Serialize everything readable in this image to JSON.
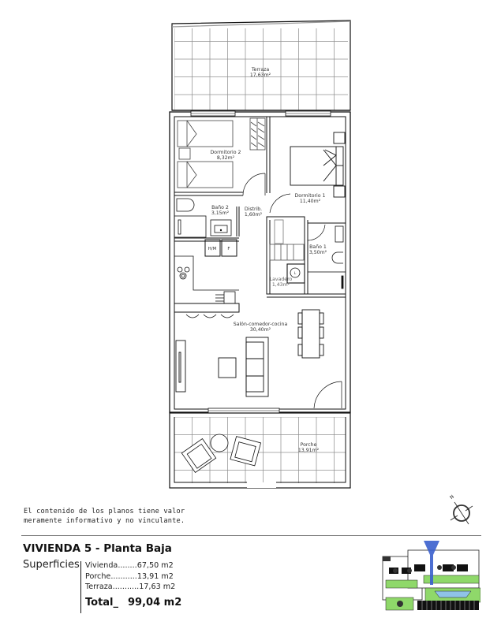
{
  "plan": {
    "rooms": [
      {
        "name": "Terraza",
        "area": "17,63m²"
      },
      {
        "name": "Dormitorio 2",
        "area": "8,32m²"
      },
      {
        "name": "Dormitorio 1",
        "area": "11,40m²"
      },
      {
        "name": "Baño 2",
        "area": "3,15m²"
      },
      {
        "name": "Distrib.",
        "area": "1,60m²"
      },
      {
        "name": "Baño 1",
        "area": "3,50m²"
      },
      {
        "name": "Lavadero",
        "area": "1,43m²"
      },
      {
        "name": "Salón-comedor-cocina",
        "area": "30,40m²"
      },
      {
        "name": "Porche",
        "area": "13,91m²"
      }
    ],
    "appliances": {
      "washer_dryer": "H/M",
      "fridge": "F",
      "washing_machine": "L"
    },
    "compass_label": "N"
  },
  "disclaimer": {
    "line1": "El contenido de los planos tiene valor",
    "line2": "meramente informativo y no vinculante."
  },
  "header": {
    "title": "VIVIENDA 5 - Planta Baja"
  },
  "surfaces": {
    "label": "Superficies",
    "rows": [
      {
        "name": "Vivienda",
        "dots": " ........",
        "value": "67,50 m2"
      },
      {
        "name": "Porche",
        "dots": " ...........",
        "value": "13,91 m2"
      },
      {
        "name": "Terraza",
        "dots": " ...........",
        "value": "17,63 m2"
      }
    ],
    "total_label": "Total_",
    "total_value": "99,04 m2"
  },
  "colors": {
    "wall": "#111111",
    "tile_grid": "#8a8a8a",
    "keymap_green": "#8fd86a",
    "keymap_blue": "#3a5fcd",
    "pool_blue": "#8fc3e8"
  }
}
